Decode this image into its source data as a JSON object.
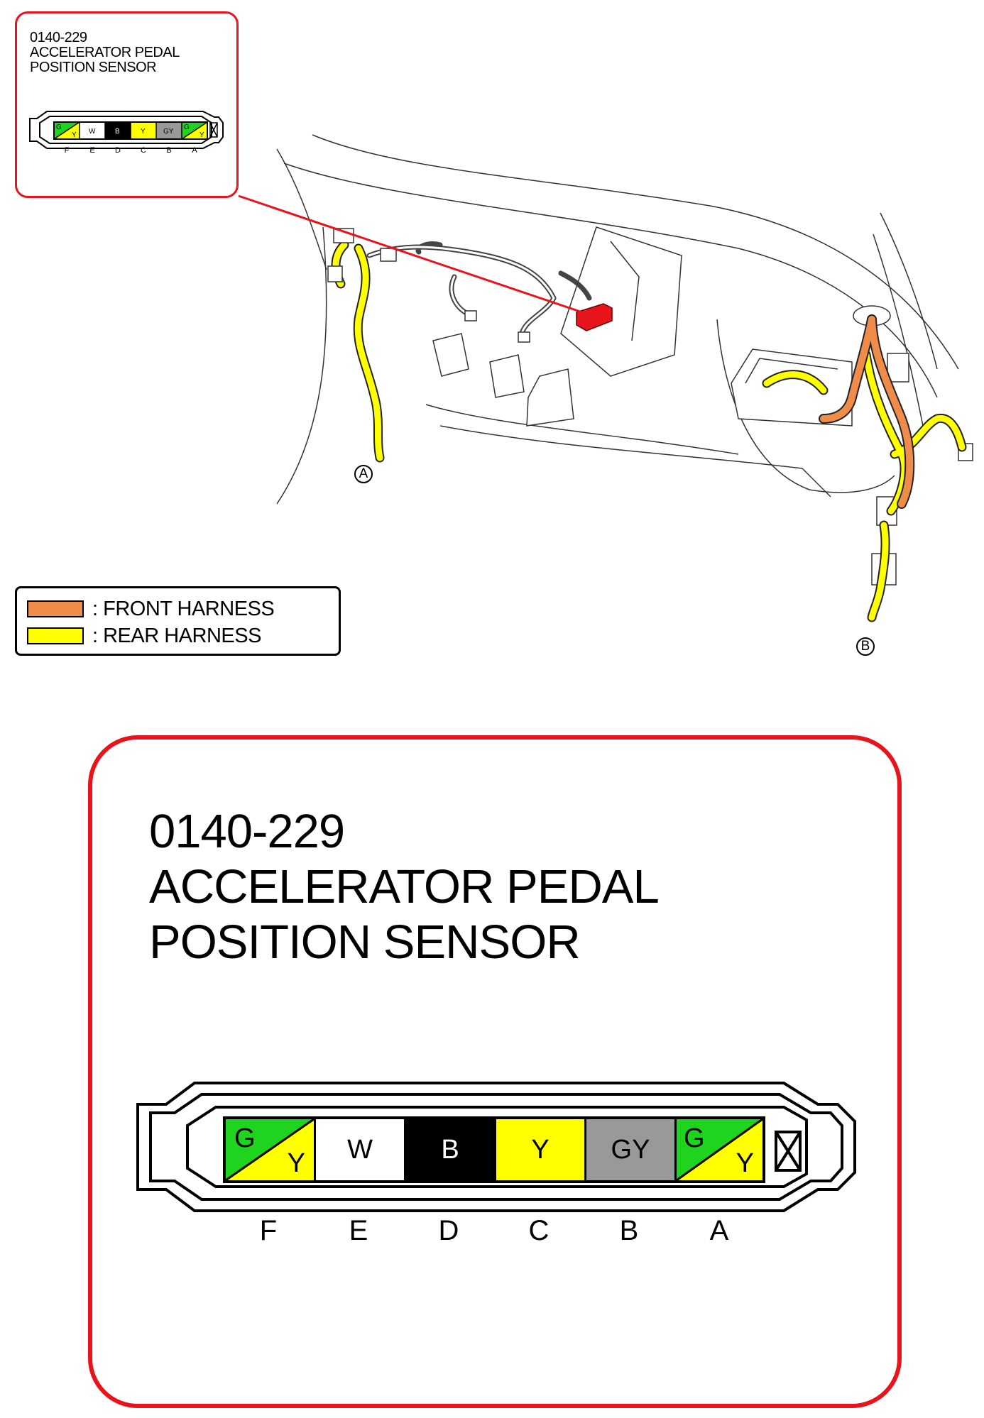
{
  "connector": {
    "code": "0140-229",
    "name_line1": "ACCELERATOR PEDAL",
    "name_line2": "POSITION SENSOR",
    "pins": [
      {
        "letter": "F",
        "wire": "G / Y",
        "top": "G",
        "bottom": "Y"
      },
      {
        "letter": "E",
        "wire": "W"
      },
      {
        "letter": "D",
        "wire": "B"
      },
      {
        "letter": "C",
        "wire": "Y"
      },
      {
        "letter": "B",
        "wire": "GY"
      },
      {
        "letter": "A",
        "wire": "G / Y",
        "top": "G",
        "bottom": "Y"
      }
    ]
  },
  "labels": {
    "point_a": "A",
    "point_b": "B"
  },
  "legend": {
    "front": ": FRONT HARNESS",
    "rear": ": REAR HARNESS"
  },
  "colors": {
    "front_harness": "#f08c4a",
    "rear_harness": "#ffff00",
    "callout_border": "#e8141c",
    "connector_highlight": "#e8141c",
    "green": "#1ed41e",
    "yellow": "#ffff00",
    "white": "#ffffff",
    "black": "#000000",
    "gray": "#999999"
  }
}
